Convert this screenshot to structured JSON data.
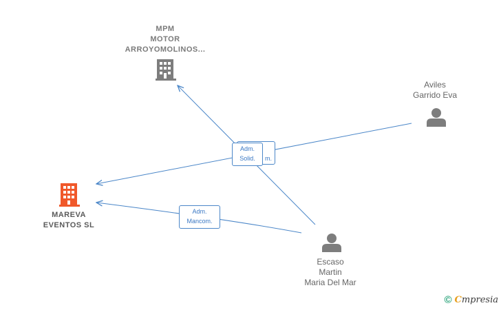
{
  "nodes": {
    "mpm": {
      "label": "MPM\nMOTOR\nARROYOMOLINOS...",
      "type": "company"
    },
    "mareva": {
      "label": "MAREVA\nEVENTOS  SL",
      "type": "company",
      "highlight_color": "#f0582a"
    },
    "aviles": {
      "label": "Aviles\nGarrido Eva",
      "type": "person"
    },
    "escaso": {
      "label": "Escaso\nMartin\nMaria Del Mar",
      "type": "person"
    }
  },
  "edges": [
    {
      "from": "escaso",
      "to": "mpm",
      "label": "Adm.\nSolid."
    },
    {
      "from": "aviles",
      "to": "mareva",
      "label": "Adm.\nMancom."
    },
    {
      "from": "escaso",
      "to": "mareva",
      "label": "Adm.\nMancom."
    }
  ],
  "badges": {
    "solid": "Adm.\nSolid.",
    "behind_fragment": "m.",
    "mancom_lower": "Adm.\nMancom."
  },
  "footer": {
    "copyright_symbol": "©",
    "brand_first": "C",
    "brand_rest": "mpresia"
  },
  "colors": {
    "edge": "#4a86c8",
    "icon_gray": "#7d7d7d",
    "company_main": "#f0582a"
  }
}
